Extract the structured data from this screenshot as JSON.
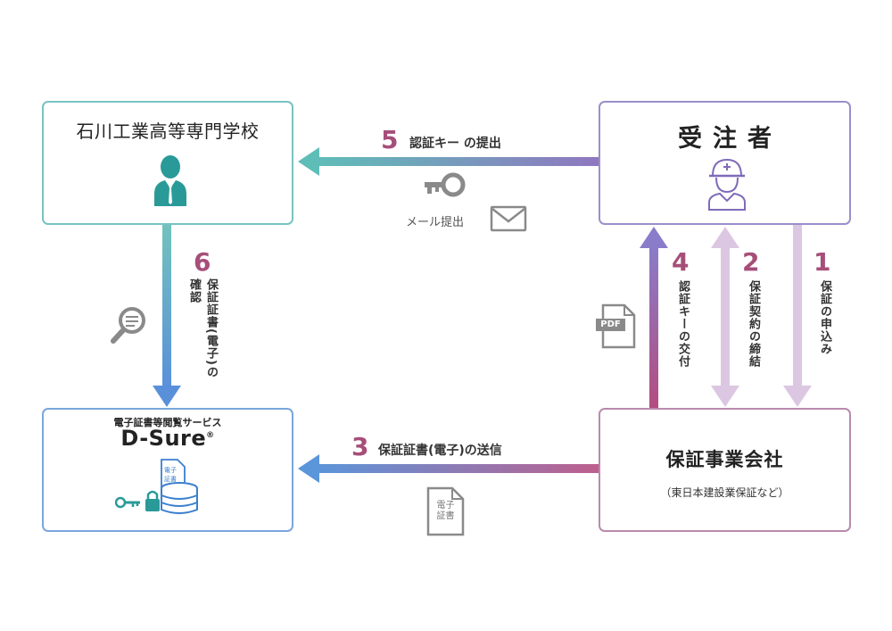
{
  "school": {
    "title": "石川工業高等専門学校"
  },
  "contractor": {
    "title": "受注者"
  },
  "dsure": {
    "subtitle": "電子証書等閲覧サービス",
    "logo": "D-Sure",
    "reg_mark": "®",
    "doc_icon_text": "電子\n証書"
  },
  "guarantor": {
    "title": "保証事業会社",
    "note": "（東日本建設業保証など）"
  },
  "steps": [
    {
      "number": "1",
      "label": "保証の申込み"
    },
    {
      "number": "2",
      "label": "保証契約の締結"
    },
    {
      "number": "3",
      "label": "保証証書(電子)の送信"
    },
    {
      "number": "4",
      "label": "認証キーの交付"
    },
    {
      "number": "5",
      "label": "認証キー の提出"
    },
    {
      "number": "6",
      "label_line1": "保証証書(電子)の",
      "label_line2": "確認"
    }
  ],
  "mail_label": "メール提出",
  "pdf_icon_text": "PDF",
  "doc_icon_text": "電子\n証書",
  "colors": {
    "teal": "#5fb9b5",
    "purple": "#8c79c1",
    "blue": "#5a8fd8",
    "magenta": "#b9568a",
    "number": "#a64e79",
    "icon_gray": "#8a8a8a",
    "icon_teal": "#2a9a98"
  }
}
